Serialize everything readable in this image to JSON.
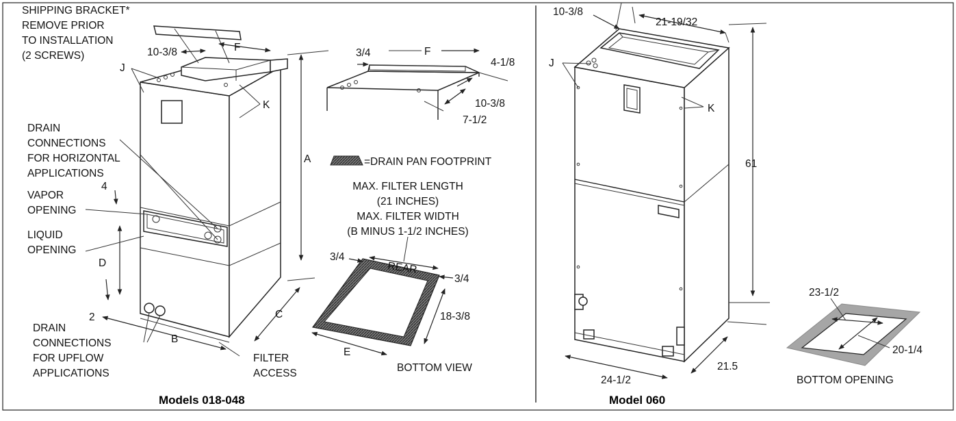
{
  "titles": {
    "left_model": "Models 018-048",
    "right_model": "Model 060"
  },
  "labels": {
    "shipping_bracket": [
      "SHIPPING BRACKET*",
      "REMOVE PRIOR",
      "TO INSTALLATION",
      "(2 SCREWS)"
    ],
    "dim_10_3_8": "10-3/8",
    "dim_F": "F",
    "dim_J": "J",
    "dim_K": "K",
    "drain_horizontal": [
      "DRAIN",
      "CONNECTIONS",
      "FOR HORIZONTAL",
      "APPLICATIONS"
    ],
    "dim_4": "4",
    "vapor_opening": [
      "VAPOR",
      "OPENING"
    ],
    "liquid_opening": [
      "LIQUID",
      "OPENING"
    ],
    "dim_D": "D",
    "dim_2": "2",
    "drain_upflow": [
      "DRAIN",
      "CONNECTIONS",
      "FOR UPFLOW",
      "APPLICATIONS"
    ],
    "dim_B": "B",
    "dim_A": "A",
    "dim_C": "C",
    "filter_access": [
      "FILTER",
      "ACCESS"
    ],
    "detail_3_4": "3/4",
    "detail_F": "F",
    "detail_4_1_8": "4-1/8",
    "detail_10_3_8": "10-3/8",
    "detail_7_1_2": "7-1/2",
    "drain_pan_legend": "=DRAIN PAN FOOTPRINT",
    "filter_notes": [
      "MAX. FILTER LENGTH",
      "(21 INCHES)",
      "MAX. FILTER WIDTH",
      "(B MINUS 1-1/2 INCHES)"
    ],
    "bv_3_4_left": "3/4",
    "bv_rear": "REAR",
    "bv_3_4_right": "3/4",
    "bv_18_3_8": "18-3/8",
    "bv_E": "E",
    "bottom_view": "BOTTOM VIEW",
    "r_10_3_8": "10-3/8",
    "r_21_19_32": "21-19/32",
    "r_J": "J",
    "r_K": "K",
    "r_61": "61",
    "r_21_5": "21.5",
    "r_24_1_2": "24-1/2",
    "bo_23_1_2": "23-1/2",
    "bo_20_1_4": "20-1/4",
    "bottom_opening": "BOTTOM OPENING"
  },
  "colors": {
    "line": "#222222",
    "footprint": "#555555",
    "opening_border": "#a6a6a6"
  }
}
